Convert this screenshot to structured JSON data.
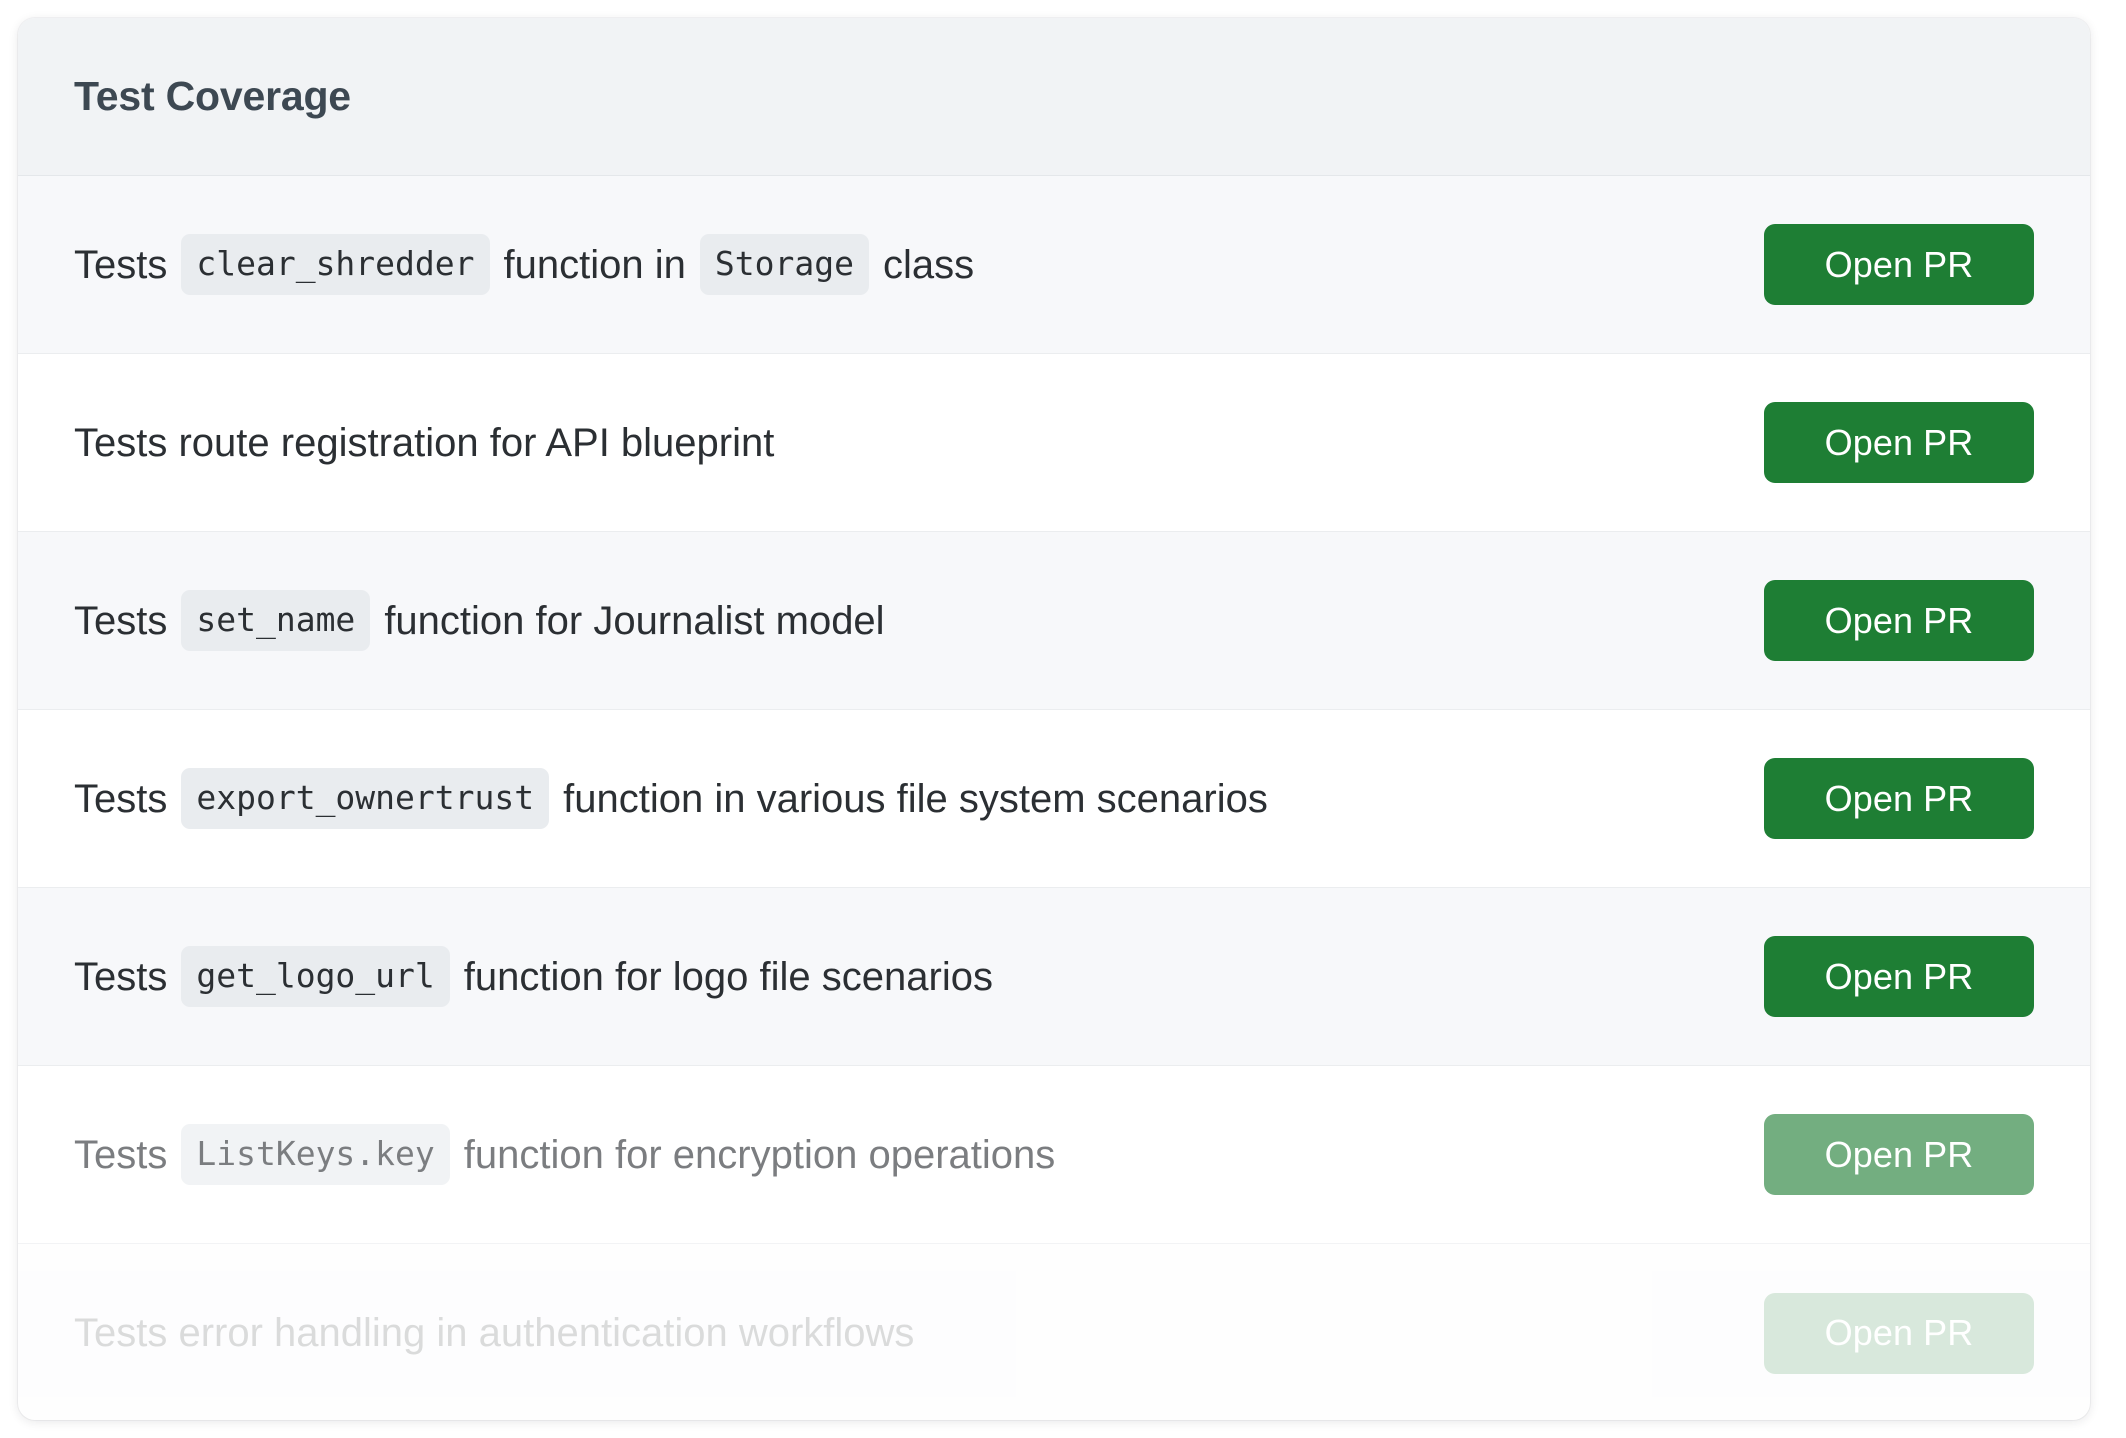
{
  "card": {
    "header": {
      "title": "Test Coverage"
    },
    "colors": {
      "header_background": "#f1f3f5",
      "header_text": "#3d4852",
      "row_stripe": "#f7f8fa",
      "row_plain": "#ffffff",
      "row_divider": "#ebedef",
      "chip_background": "#e9ecef",
      "chip_text": "#2b2f33",
      "body_text": "#2b2f33",
      "button_background": "#1e7e34",
      "button_text": "#ffffff"
    },
    "action_label": "Open PR",
    "rows": [
      {
        "segments": [
          {
            "kind": "text",
            "value": "Tests"
          },
          {
            "kind": "code",
            "value": "clear_shredder"
          },
          {
            "kind": "text",
            "value": "function in"
          },
          {
            "kind": "code",
            "value": "Storage"
          },
          {
            "kind": "text",
            "value": "class"
          }
        ],
        "action_label": "Open PR",
        "stripe": true,
        "fade": "none"
      },
      {
        "segments": [
          {
            "kind": "text",
            "value": "Tests route registration for API blueprint"
          }
        ],
        "action_label": "Open PR",
        "stripe": false,
        "fade": "none"
      },
      {
        "segments": [
          {
            "kind": "text",
            "value": "Tests"
          },
          {
            "kind": "code",
            "value": "set_name"
          },
          {
            "kind": "text",
            "value": "function for Journalist model"
          }
        ],
        "action_label": "Open PR",
        "stripe": true,
        "fade": "none"
      },
      {
        "segments": [
          {
            "kind": "text",
            "value": "Tests"
          },
          {
            "kind": "code",
            "value": "export_ownertrust"
          },
          {
            "kind": "text",
            "value": "function in various file system scenarios"
          }
        ],
        "action_label": "Open PR",
        "stripe": false,
        "fade": "none"
      },
      {
        "segments": [
          {
            "kind": "text",
            "value": "Tests"
          },
          {
            "kind": "code",
            "value": "get_logo_url"
          },
          {
            "kind": "text",
            "value": "function for logo file scenarios"
          }
        ],
        "action_label": "Open PR",
        "stripe": true,
        "fade": "none"
      },
      {
        "segments": [
          {
            "kind": "text",
            "value": "Tests"
          },
          {
            "kind": "code",
            "value": "ListKeys.key"
          },
          {
            "kind": "text",
            "value": "function for encryption operations"
          }
        ],
        "action_label": "Open PR",
        "stripe": false,
        "fade": "partial"
      },
      {
        "segments": [
          {
            "kind": "text",
            "value": "Tests error handling in authentication workflows"
          }
        ],
        "action_label": "Open PR",
        "stripe": true,
        "fade": "heavy"
      }
    ]
  }
}
